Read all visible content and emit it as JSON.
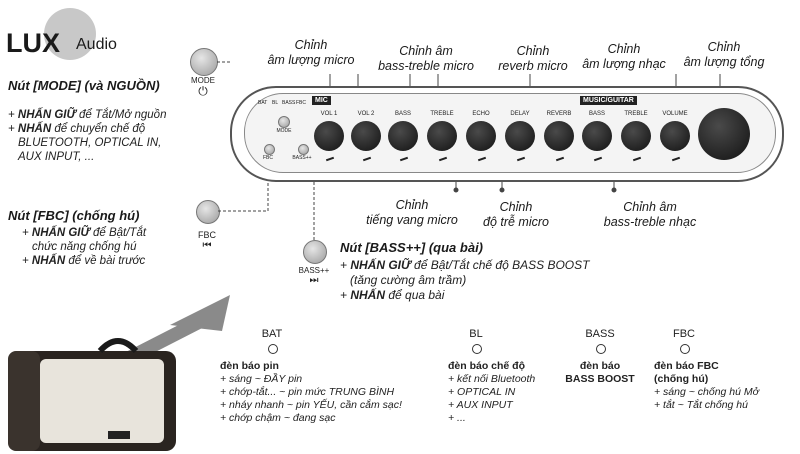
{
  "logo": {
    "brand": "LUX",
    "sub": "Audio"
  },
  "mode": {
    "button_label": "MODE",
    "title": "Nút [MODE] (và NGUỒN)",
    "lines": [
      {
        "pre": "+ ",
        "bold": "NHẤN GIỮ",
        "rest": " để Tắt/Mở nguồn"
      },
      {
        "pre": "+ ",
        "bold": "NHẤN",
        "rest": " để chuyển chế độ"
      },
      {
        "pre": "",
        "bold": "",
        "rest": "BLUETOOTH, OPTICAL IN,"
      },
      {
        "pre": "",
        "bold": "",
        "rest": "AUX INPUT, ..."
      }
    ]
  },
  "fbc": {
    "button_label": "FBC",
    "title": "Nút [FBC] (chống hú)",
    "lines": [
      {
        "pre": "+ ",
        "bold": "NHẤN GIỮ",
        "rest": " để Bật/Tắt"
      },
      {
        "pre": "",
        "bold": "",
        "rest": "chức năng chống hú"
      },
      {
        "pre": "+ ",
        "bold": "NHẤN",
        "rest": " để về bài trước"
      }
    ]
  },
  "bass": {
    "button_label": "BASS++",
    "title": "Nút [BASS++] (qua bài)",
    "lines": [
      {
        "pre": "+ ",
        "bold": "NHẤN GIỮ",
        "rest": " để Bật/Tắt chế độ BASS BOOST"
      },
      {
        "pre": "",
        "bold": "",
        "rest": "(tăng cường âm trầm)"
      },
      {
        "pre": "+ ",
        "bold": "NHẤN",
        "rest": " để qua bài"
      }
    ]
  },
  "callouts_top": [
    {
      "l1": "Chỉnh",
      "l2": "âm lượng micro"
    },
    {
      "l1": "Chỉnh âm",
      "l2": "bass-treble micro"
    },
    {
      "l1": "Chỉnh",
      "l2": "reverb micro"
    },
    {
      "l1": "Chỉnh",
      "l2": "âm lượng nhạc"
    },
    {
      "l1": "Chỉnh",
      "l2": "âm lượng tổng"
    }
  ],
  "callouts_bottom": [
    {
      "l1": "Chỉnh",
      "l2": "tiếng vang micro"
    },
    {
      "l1": "Chỉnh",
      "l2": "độ trễ micro"
    },
    {
      "l1": "Chỉnh âm",
      "l2": "bass-treble nhạc"
    }
  ],
  "panel": {
    "mic_label": "MIC",
    "music_label": "MUSIC/GUITAR",
    "knobs": [
      "VOL 1",
      "VOL 2",
      "BASS",
      "TREBLE",
      "ECHO",
      "DELAY",
      "REVERB",
      "BASS",
      "TREBLE",
      "VOLUME"
    ],
    "leds": [
      "BAT",
      "BL",
      "BASS",
      "FBC"
    ],
    "mini_buttons": [
      "MODE",
      "FBC",
      "BASS++"
    ]
  },
  "indicators": [
    {
      "name": "BAT",
      "title": "đèn báo pin",
      "items": [
        "+ sáng ~ ĐẦY pin",
        "+ chớp-tắt... ~ pin mức TRUNG BÌNH",
        "+ nháy nhanh ~ pin YẾU, cần cắm sạc!",
        "+ chớp chậm ~ đang sạc"
      ]
    },
    {
      "name": "BL",
      "title": "đèn báo chế độ",
      "items": [
        "+ kết nối Bluetooth",
        "+ OPTICAL IN",
        "+ AUX INPUT",
        "+ ..."
      ]
    },
    {
      "name": "BASS",
      "title": "đèn báo",
      "title2": "BASS BOOST",
      "items": []
    },
    {
      "name": "FBC",
      "title": "đèn báo FBC",
      "title2": "(chống hú)",
      "items": [
        "+ sáng ~ chống hú Mở",
        "+ tắt ~ Tắt chống hú"
      ]
    }
  ],
  "colors": {
    "knob": "#1a1a1a",
    "arrow": "#8a8a8a",
    "speaker_body": "#2a2420",
    "speaker_front": "#e8e4dc"
  }
}
